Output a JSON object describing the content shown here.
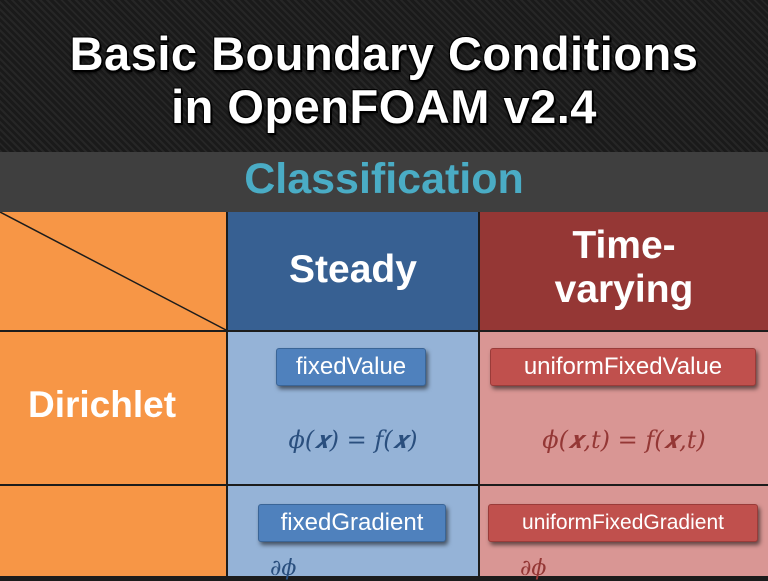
{
  "title": {
    "line1": "Basic Boundary Conditions",
    "line2": "in OpenFOAM v2.4"
  },
  "subtitle": "Classification",
  "table": {
    "columns": {
      "steady": "Steady",
      "time_varying_line1": "Time-",
      "time_varying_line2": "varying"
    },
    "rows": {
      "dirichlet": {
        "label": "Dirichlet",
        "steady_bc": "fixedValue",
        "steady_formula": "ϕ(𝒙) = 𝑓(𝒙)",
        "time_bc": "uniformFixedValue",
        "time_formula": "ϕ(𝒙,𝑡) = 𝑓(𝒙,𝑡)"
      },
      "neumann": {
        "steady_bc": "fixedGradient",
        "steady_formula_partial": "∂ϕ",
        "time_bc": "uniformFixedGradient",
        "time_formula_partial": "∂ϕ"
      }
    }
  },
  "colors": {
    "orange": "#f79646",
    "steady_header": "#376092",
    "time_header": "#953735",
    "steady_cell": "#95b3d7",
    "time_cell": "#d99694",
    "accent_cyan": "#4aacc5"
  }
}
